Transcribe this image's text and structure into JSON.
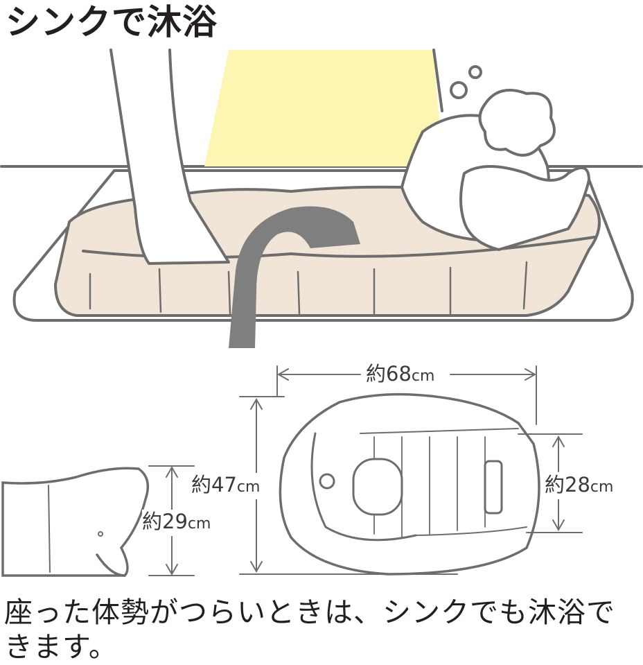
{
  "title": "シンクで沐浴",
  "dimensions": {
    "length": "約68",
    "depth": "約47",
    "inner_width": "約28",
    "height": "約29",
    "unit": "cm"
  },
  "caption": "座った体勢がつらいときは、シンクでも沐浴できます。",
  "colors": {
    "tub_fill": "#f1e5d8",
    "shirt_fill": "#fdf6b3",
    "faucet": "#807f7f",
    "outline": "#6d6d6d"
  }
}
